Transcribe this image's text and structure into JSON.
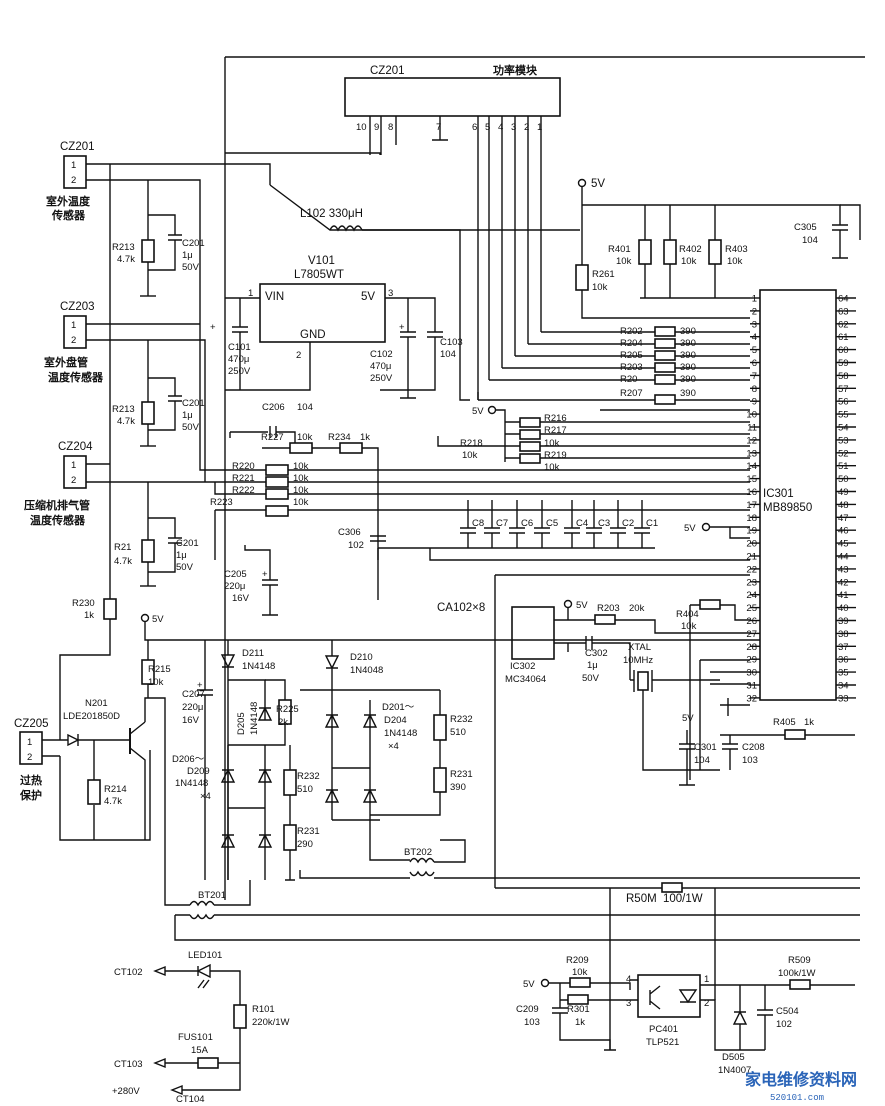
{
  "connectors": {
    "cz201_top": {
      "ref": "CZ201",
      "name": "功率模块",
      "pins": [
        "10",
        "9",
        "8",
        "7",
        "6",
        "5",
        "4",
        "3",
        "2",
        "1"
      ]
    },
    "cz201": {
      "ref": "CZ201",
      "pins": [
        "1",
        "2"
      ],
      "label1": "室外温度",
      "label2": "传感器"
    },
    "cz203": {
      "ref": "CZ203",
      "pins": [
        "1",
        "2"
      ],
      "label1": "室外盘管",
      "label2": "温度传感器"
    },
    "cz204": {
      "ref": "CZ204",
      "pins": [
        "1",
        "2"
      ],
      "label1": "压缩机排气管",
      "label2": "温度传感器"
    },
    "cz205": {
      "ref": "CZ205",
      "pins": [
        "1",
        "2"
      ],
      "label1": "过热",
      "label2": "保护"
    }
  },
  "ic301": {
    "ref": "IC301",
    "part": "MB89850",
    "left_pins": [
      "1",
      "2",
      "3",
      "4",
      "5",
      "6",
      "7",
      "8",
      "9",
      "10",
      "11",
      "12",
      "13",
      "14",
      "15",
      "16",
      "17",
      "18",
      "19",
      "20",
      "21",
      "22",
      "23",
      "24",
      "25",
      "26",
      "27",
      "28",
      "29",
      "30",
      "31",
      "32"
    ],
    "right_pins": [
      "64",
      "63",
      "62",
      "61",
      "60",
      "59",
      "58",
      "57",
      "56",
      "55",
      "54",
      "53",
      "52",
      "51",
      "50",
      "49",
      "48",
      "47",
      "46",
      "45",
      "44",
      "43",
      "42",
      "41",
      "40",
      "39",
      "38",
      "37",
      "36",
      "35",
      "34",
      "33"
    ]
  },
  "regulator": {
    "ref": "V101",
    "part": "L7805WT",
    "vin": "VIN",
    "vout": "5V",
    "gnd": "GND",
    "pin1": "1",
    "pin2": "2",
    "pin3": "3"
  },
  "inductor": {
    "label": "L102 330μH"
  },
  "supply": "5V",
  "resistors": {
    "r401": {
      "ref": "R401",
      "val": "10k"
    },
    "r402": {
      "ref": "R402",
      "val": "10k"
    },
    "r403": {
      "ref": "R403",
      "val": "10k"
    },
    "r261": {
      "ref": "R261",
      "val": "10k"
    },
    "r202": {
      "ref": "R202",
      "val": "390"
    },
    "r204": {
      "ref": "R204",
      "val": "390"
    },
    "r205": {
      "ref": "R205",
      "val": "390"
    },
    "r203b": {
      "ref": "R203",
      "val": "390"
    },
    "r20": {
      "ref": "R20",
      "val": "390"
    },
    "r207": {
      "ref": "R207",
      "val": "390"
    },
    "r216": {
      "ref": "R216"
    },
    "r217": {
      "ref": "R217",
      "val": "10k"
    },
    "r218": {
      "ref": "R218",
      "val": "10k"
    },
    "r219": {
      "ref": "R219",
      "val": "10k"
    },
    "r227": {
      "ref": "R227",
      "val": "10k"
    },
    "r234": {
      "ref": "R234",
      "val": "1k"
    },
    "r220": {
      "ref": "R220",
      "val": "10k"
    },
    "r221": {
      "ref": "R221",
      "val": "10k"
    },
    "r222": {
      "ref": "R222",
      "val": "10k"
    },
    "r223": {
      "ref": "R223",
      "val": "10k"
    },
    "r213a": {
      "ref": "R213",
      "val": "4.7k"
    },
    "r213b": {
      "ref": "R213",
      "val": "4.7k"
    },
    "r21": {
      "ref": "R21",
      "val": "4.7k"
    },
    "r230": {
      "ref": "R230",
      "val": "1k"
    },
    "r215": {
      "ref": "R215",
      "val": "10k"
    },
    "r214": {
      "ref": "R214",
      "val": "4.7k"
    },
    "r225": {
      "ref": "R225",
      "val": "2k"
    },
    "r232a": {
      "ref": "R232",
      "val": "510"
    },
    "r231a": {
      "ref": "R231",
      "val": "290"
    },
    "r232b": {
      "ref": "R232",
      "val": "510"
    },
    "r231b": {
      "ref": "R231",
      "val": "390"
    },
    "r203": {
      "ref": "R203",
      "val": "20k"
    },
    "r404": {
      "ref": "R404",
      "val": "10k"
    },
    "r405": {
      "ref": "R405",
      "val": "1k"
    },
    "r50m": {
      "ref": "R50M",
      "val": "100/1W"
    },
    "r209": {
      "ref": "R209",
      "val": "10k"
    },
    "r301": {
      "ref": "R301",
      "val": "1k"
    },
    "r509": {
      "ref": "R509",
      "val": "100k/1W"
    },
    "r101": {
      "ref": "R101",
      "val": "220k/1W"
    }
  },
  "capacitors": {
    "c201a": {
      "ref": "C201",
      "val": "1μ",
      "v": "50V"
    },
    "c201b": {
      "ref": "C201",
      "val": "1μ",
      "v": "50V"
    },
    "c201c": {
      "ref": "C201",
      "val": "1μ",
      "v": "50V"
    },
    "c101": {
      "ref": "C101",
      "val": "470μ",
      "v": "250V"
    },
    "c102": {
      "ref": "C102",
      "val": "470μ",
      "v": "250V"
    },
    "c103": {
      "ref": "C103",
      "val": "104"
    },
    "c305": {
      "ref": "C305",
      "val": "104"
    },
    "c206": {
      "ref": "C206",
      "val": "104"
    },
    "c306": {
      "ref": "C306",
      "val": "102"
    },
    "c205": {
      "ref": "C205",
      "val": "220μ",
      "v": "16V"
    },
    "c207": {
      "ref": "C207",
      "val": "220μ",
      "v": "16V"
    },
    "bank": [
      "C8",
      "C7",
      "C6",
      "C5",
      "C4",
      "C3",
      "C2",
      "C1"
    ],
    "c302": {
      "ref": "C302",
      "val": "1μ",
      "v": "50V"
    },
    "c301": {
      "ref": "C301",
      "val": "104"
    },
    "c208": {
      "ref": "C208",
      "val": "103"
    },
    "c209": {
      "ref": "C209",
      "val": "103"
    },
    "c504": {
      "ref": "C504",
      "val": "102"
    }
  },
  "diodes": {
    "d211": {
      "ref": "D211",
      "part": "1N4148"
    },
    "d205": {
      "ref": "D205",
      "part": "1N4148"
    },
    "d206": {
      "ref": "D206～",
      "ref2": "D209",
      "part": "1N4148",
      "qty": "×4"
    },
    "d210": {
      "ref": "D210",
      "part": "1N4048"
    },
    "d201": {
      "ref": "D201～",
      "ref2": "D204",
      "part": "1N4148",
      "qty": "×4"
    },
    "d505": {
      "ref": "D505",
      "part": "1N4007"
    }
  },
  "misc": {
    "ca102": "CA102×8",
    "ic302": {
      "ref": "IC302",
      "part": "MC34064"
    },
    "xtal": {
      "ref": "XTAL",
      "val": "10MHz"
    },
    "n201": {
      "ref": "N201",
      "part": "LDE201850D"
    },
    "bt201": "BT201",
    "bt202": "BT202",
    "pc401": {
      "ref": "PC401",
      "part": "TLP521",
      "p1": "1",
      "p2": "2",
      "p3": "3",
      "p4": "4"
    },
    "led101": "LED101",
    "fus101": {
      "ref": "FUS101",
      "val": "15A"
    },
    "ct102": "CT102",
    "ct103": "CT103",
    "ct104": "CT104",
    "plus280": "+280V"
  },
  "watermark": {
    "text": "家电维修资料网",
    "url": "520101.com"
  }
}
